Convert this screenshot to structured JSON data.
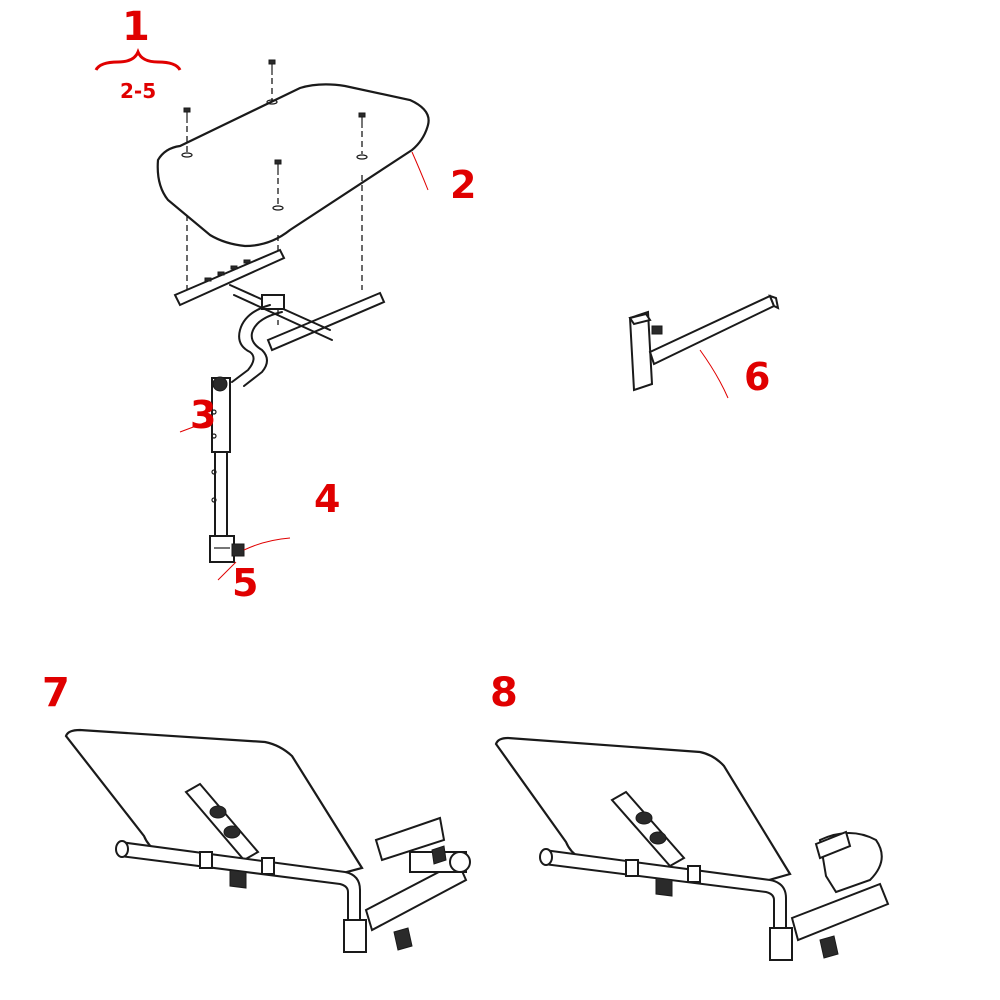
{
  "labels": {
    "assembly": "1",
    "assembly_range": "2-5",
    "tray": "2",
    "post": "3",
    "handle": "4",
    "clamp": "5",
    "mount_bracket": "6",
    "view_a": "7",
    "view_b": "8"
  },
  "colors": {
    "callout": "#e00000",
    "linework": "#1a1a1a"
  }
}
